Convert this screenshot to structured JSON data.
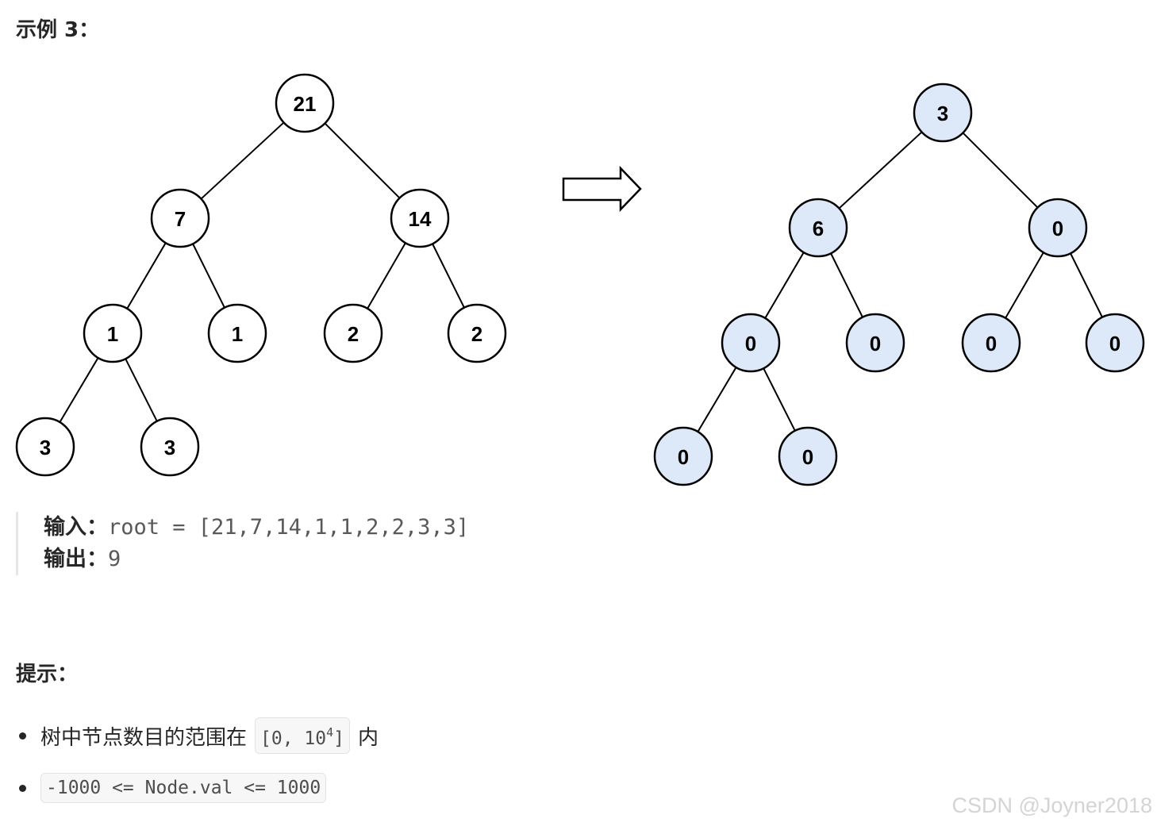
{
  "example_title": "示例 3：",
  "diagram": {
    "input_tree": {
      "fill": "#ffffff",
      "nodes": [
        {
          "id": "a",
          "label": "21"
        },
        {
          "id": "b",
          "label": "7"
        },
        {
          "id": "c",
          "label": "14"
        },
        {
          "id": "d",
          "label": "1"
        },
        {
          "id": "e",
          "label": "1"
        },
        {
          "id": "f",
          "label": "2"
        },
        {
          "id": "g",
          "label": "2"
        },
        {
          "id": "h",
          "label": "3"
        },
        {
          "id": "i",
          "label": "3"
        }
      ]
    },
    "output_tree": {
      "fill": "#dde8f9",
      "nodes": [
        {
          "id": "a",
          "label": "3"
        },
        {
          "id": "b",
          "label": "6"
        },
        {
          "id": "c",
          "label": "0"
        },
        {
          "id": "d",
          "label": "0"
        },
        {
          "id": "e",
          "label": "0"
        },
        {
          "id": "f",
          "label": "0"
        },
        {
          "id": "g",
          "label": "0"
        },
        {
          "id": "h",
          "label": "0"
        },
        {
          "id": "i",
          "label": "0"
        }
      ]
    },
    "edges": [
      [
        "a",
        "b"
      ],
      [
        "a",
        "c"
      ],
      [
        "b",
        "d"
      ],
      [
        "b",
        "e"
      ],
      [
        "c",
        "f"
      ],
      [
        "c",
        "g"
      ],
      [
        "d",
        "h"
      ],
      [
        "d",
        "i"
      ]
    ],
    "arrow_icon": "right-arrow-icon"
  },
  "example": {
    "input_label": "输入：",
    "input_value": "root = [21,7,14,1,1,2,2,3,3]",
    "output_label": "输出：",
    "output_value": "9"
  },
  "hints": {
    "title": "提示：",
    "item1_text": "树中节点数目的范围在",
    "item1_code": "[0, 10",
    "item1_sup": "4",
    "item1_code_end": "]",
    "item1_suffix": "内",
    "item2_code": "-1000 <= Node.val <= 1000"
  },
  "watermark": "CSDN @Joyner2018"
}
